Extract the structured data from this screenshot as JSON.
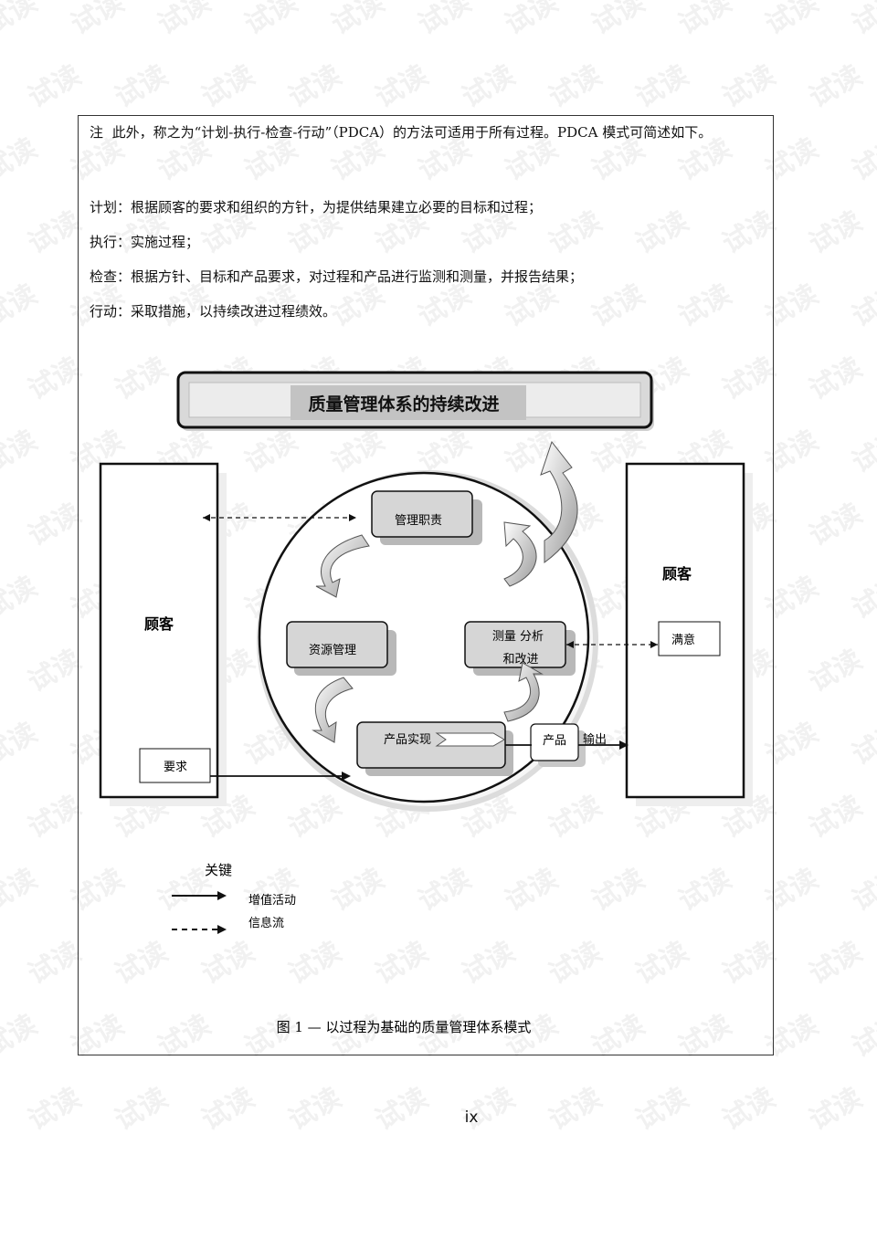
{
  "watermark_text": "试读",
  "note": {
    "label": "注",
    "text": "此外，称之为“计划-执行-检查-行动”（PDCA）的方法可适用于所有过程。PDCA 模式可简述如下。"
  },
  "pdca": [
    {
      "term": "计划",
      "desc": "根据顾客的要求和组织的方针，为提供结果建立必要的目标和过程；"
    },
    {
      "term": "执行",
      "desc": "实施过程；"
    },
    {
      "term": "检查",
      "desc": "根据方针、目标和产品要求，对过程和产品进行监测和测量，并报告结果；"
    },
    {
      "term": "行动",
      "desc": "采取措施，以持续改进过程绩效。"
    }
  ],
  "diagram": {
    "top_banner": "质量管理体系的持续改进",
    "left_customer": "顾客",
    "requirements": "要求",
    "right_customer": "顾客",
    "satisfaction": "满意",
    "management": "管理职责",
    "resources": "资源管理",
    "measurement_line1": "测量  分析",
    "measurement_line2": "和改进",
    "realization": "产品实现",
    "product": "产品",
    "output": "输出",
    "key_title": "关键",
    "key_value_added": "增值活动",
    "key_info_flow": "信息流"
  },
  "caption": "图 1  —  以过程为基础的质量管理体系模式",
  "page_number": "ix"
}
